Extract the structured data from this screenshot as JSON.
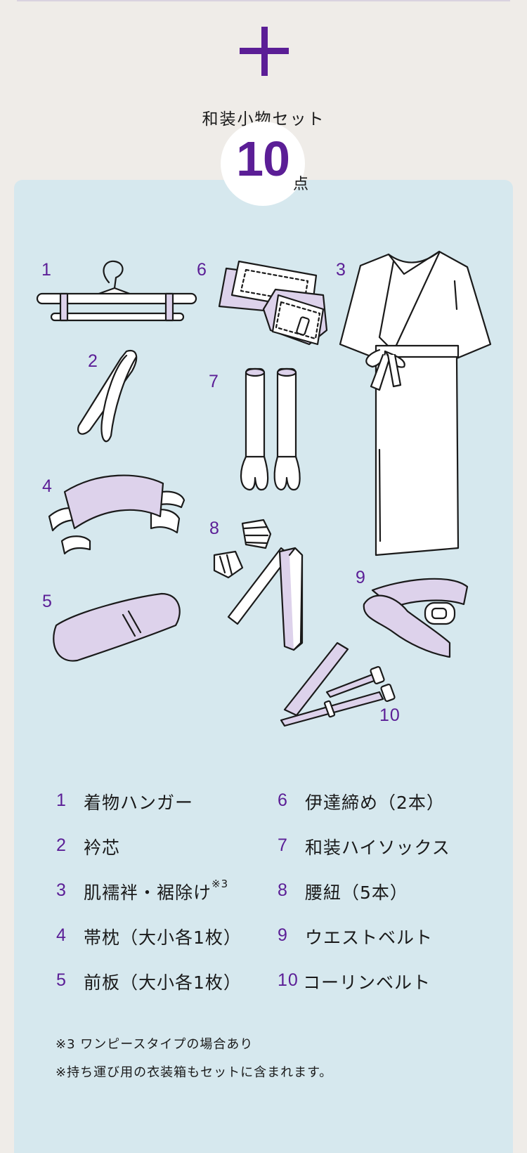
{
  "set_title": "和装小物セット",
  "count": "10",
  "count_unit": "点",
  "accent_color": "#5b1e96",
  "illustration_labels": [
    "1",
    "2",
    "3",
    "4",
    "5",
    "6",
    "7",
    "8",
    "9",
    "10"
  ],
  "items": [
    {
      "num": "1",
      "label": "着物ハンガー"
    },
    {
      "num": "2",
      "label": "衿芯"
    },
    {
      "num": "3",
      "label": "肌襦袢・裾除け",
      "sup": "※3"
    },
    {
      "num": "4",
      "label": "帯枕（大小各1枚）"
    },
    {
      "num": "5",
      "label": "前板（大小各1枚）"
    },
    {
      "num": "6",
      "label": "伊達締め（2本）"
    },
    {
      "num": "7",
      "label": "和装ハイソックス"
    },
    {
      "num": "8",
      "label": "腰紐（5本）"
    },
    {
      "num": "9",
      "label": "ウエストベルト"
    },
    {
      "num": "10",
      "label": "コーリンベルト"
    }
  ],
  "notes": [
    "※3 ワンピースタイプの場合あり",
    "※持ち運び用の衣装箱もセットに含まれます。"
  ]
}
